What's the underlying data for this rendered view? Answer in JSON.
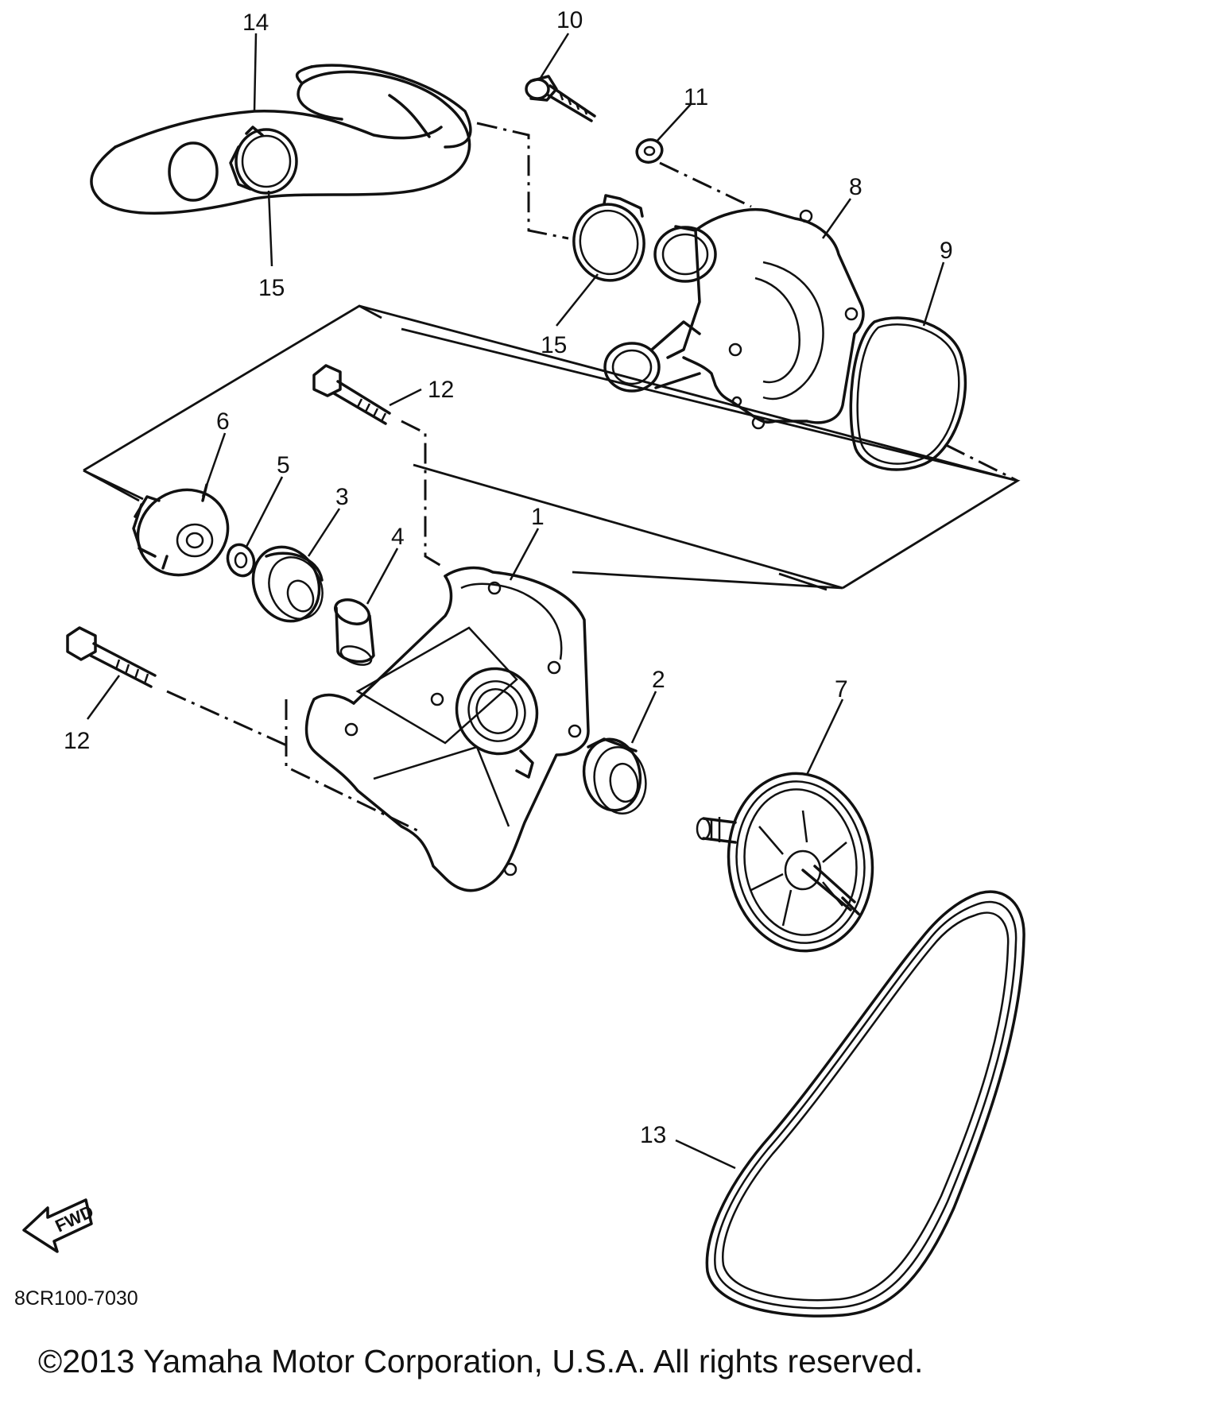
{
  "diagram": {
    "callouts": [
      {
        "id": "c14",
        "label": "14"
      },
      {
        "id": "c10",
        "label": "10"
      },
      {
        "id": "c11",
        "label": "11"
      },
      {
        "id": "c8",
        "label": "8"
      },
      {
        "id": "c9",
        "label": "9"
      },
      {
        "id": "c15a",
        "label": "15"
      },
      {
        "id": "c15b",
        "label": "15"
      },
      {
        "id": "c12a",
        "label": "12"
      },
      {
        "id": "c6",
        "label": "6"
      },
      {
        "id": "c5",
        "label": "5"
      },
      {
        "id": "c3",
        "label": "3"
      },
      {
        "id": "c1",
        "label": "1"
      },
      {
        "id": "c4",
        "label": "4"
      },
      {
        "id": "c2",
        "label": "2"
      },
      {
        "id": "c7",
        "label": "7"
      },
      {
        "id": "c12b",
        "label": "12"
      },
      {
        "id": "c13",
        "label": "13"
      }
    ],
    "fwd_label": "FWD",
    "diagram_code": "8CR100-7030",
    "copyright": "©2013 Yamaha Motor Corporation, U.S.A. All rights reserved."
  }
}
